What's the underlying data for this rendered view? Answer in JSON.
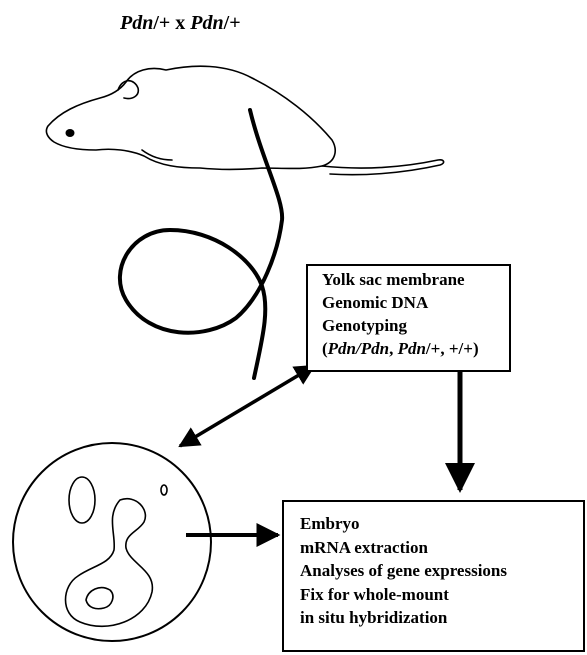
{
  "title": {
    "gene1": "Pdn",
    "gene1_suffix": "/+",
    "separator": " x ",
    "gene2": "Pdn",
    "gene2_suffix": "/+"
  },
  "yolk_box": {
    "line1": "Yolk sac membrane",
    "line2": "Genomic DNA",
    "line3": "Genotyping",
    "genotypes": {
      "open": "(",
      "g1": "Pdn/Pdn",
      "comma1": ", ",
      "g2": "Pdn",
      "g2_suffix": "/+",
      "rest": ", +/+)"
    }
  },
  "embryo_box": {
    "lines": [
      "Embryo",
      "mRNA extraction",
      "Analyses of gene expressions",
      "Fix for whole-mount",
      "in situ hybridization"
    ]
  }
}
